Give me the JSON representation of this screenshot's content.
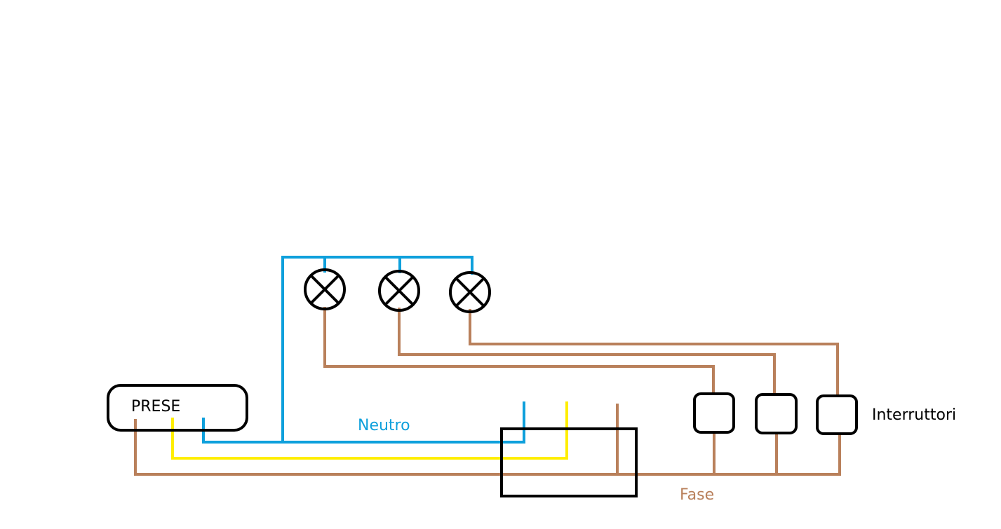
{
  "labels": {
    "prese": "PRESE",
    "neutro": "Neutro",
    "fase": "Fase",
    "interruttori": "Interruttori"
  },
  "colors": {
    "neutro": "#0ea0dc",
    "fase": "#b9805b",
    "terra": "#ffee00",
    "outline": "#000000",
    "background": "#ffffff"
  },
  "components": {
    "lamps": [
      {
        "symbol": "lamp-x-icon"
      },
      {
        "symbol": "lamp-x-icon"
      },
      {
        "symbol": "lamp-x-icon"
      }
    ],
    "switches": [
      {
        "symbol": "switch-box"
      },
      {
        "symbol": "switch-box"
      },
      {
        "symbol": "switch-box"
      }
    ]
  }
}
